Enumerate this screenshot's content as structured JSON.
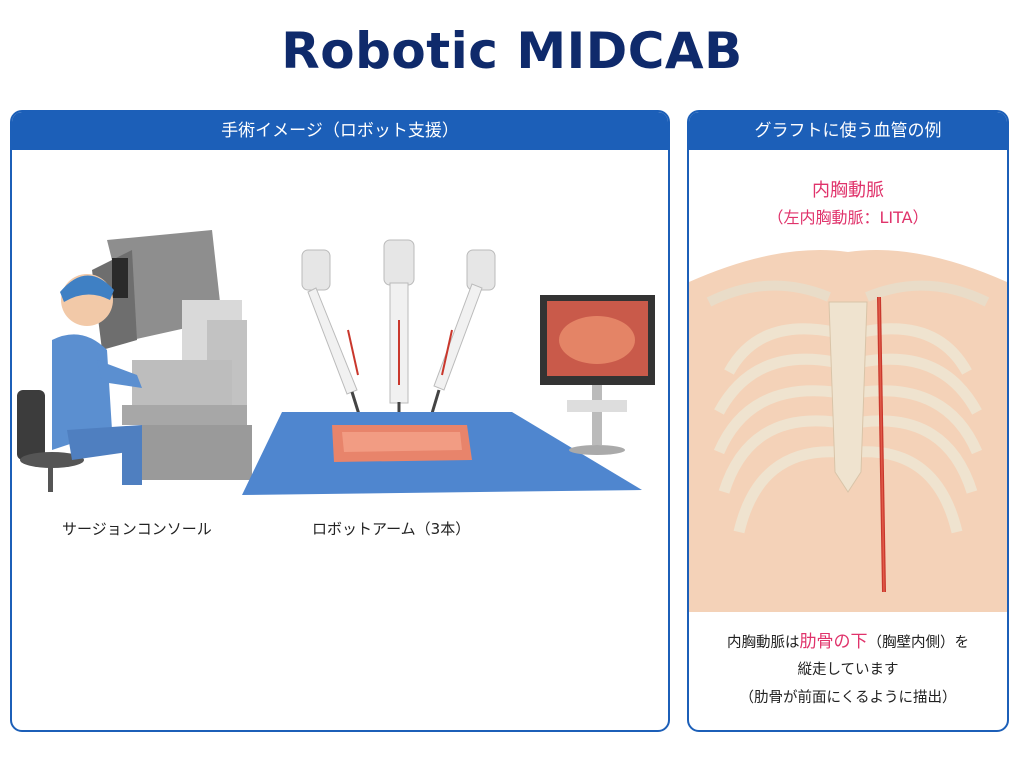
{
  "title": "Robotic MIDCAB",
  "left_panel": {
    "heading": "手術イメージ（ロボット支援）",
    "caption_console": "サージョンコンソール",
    "caption_arms": "ロボットアーム（3本）"
  },
  "right_panel": {
    "heading": "グラフトに使う血管の例",
    "artery_name": "内胸動脈",
    "artery_sub": "（左内胸動脈：LITA）",
    "note_line1_a": "内胸動脈は",
    "note_line1_highlight": "肋骨の下",
    "note_line1_b": "（胸壁内側）を",
    "note_line2": "縦走しています",
    "note_line3": "（肋骨が前面にくるように描出）"
  },
  "colors": {
    "title": "#0f2a6b",
    "header_blue": "#1c5fb8",
    "highlight_pink": "#e0336b",
    "scrub_blue": "#5b8fd0",
    "drape_blue": "#4f86cf",
    "artery_red": "#c9372c"
  }
}
